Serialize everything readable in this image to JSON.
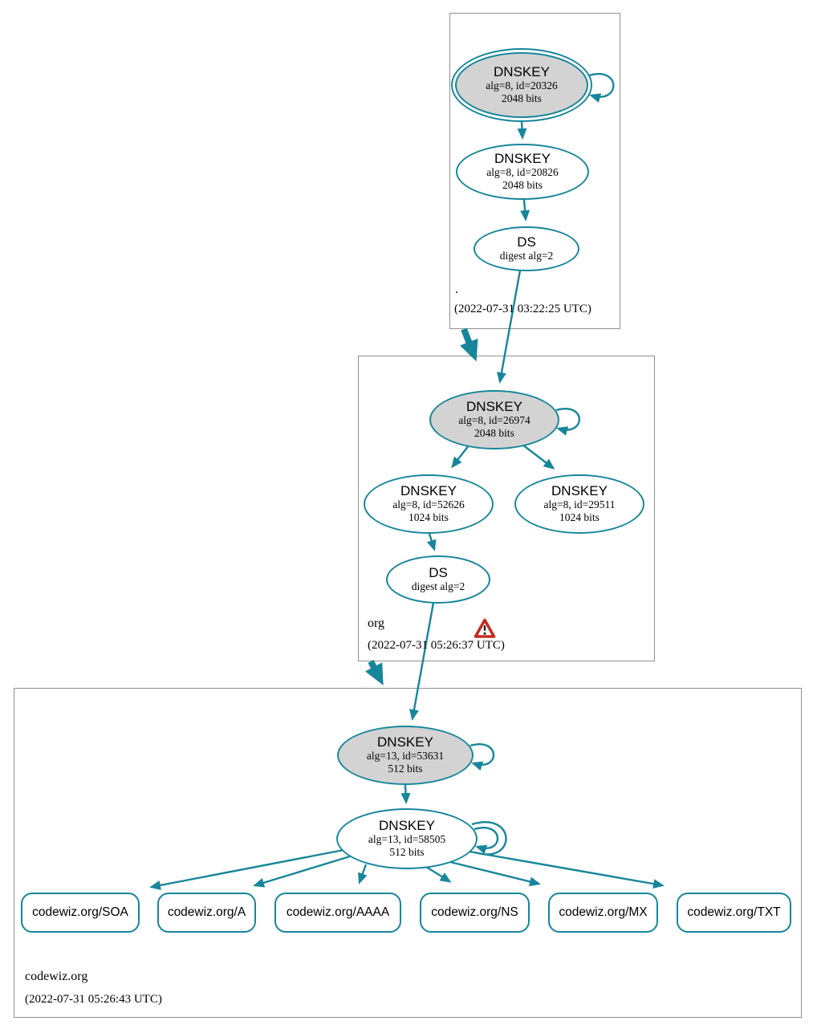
{
  "colors": {
    "edge_teal": "#17869a",
    "sep_key_fill": "#d3d3d3",
    "box_border_gray": "#909090",
    "warning_red": "#c52b20"
  },
  "zones": {
    "root": {
      "name": ".",
      "timestamp": "(2022-07-31 03:22:25 UTC)"
    },
    "org": {
      "name": "org",
      "timestamp": "(2022-07-31 05:26:37 UTC)"
    },
    "codewiz": {
      "name": "codewiz.org",
      "timestamp": "(2022-07-31 05:26:43 UTC)"
    }
  },
  "nodes": {
    "root_ksk": {
      "title": "DNSKEY",
      "detail1": "alg=8, id=20326",
      "detail2": "2048 bits"
    },
    "root_zsk": {
      "title": "DNSKEY",
      "detail1": "alg=8, id=20826",
      "detail2": "2048 bits"
    },
    "root_ds": {
      "title": "DS",
      "detail1": "digest alg=2"
    },
    "org_ksk": {
      "title": "DNSKEY",
      "detail1": "alg=8, id=26974",
      "detail2": "2048 bits"
    },
    "org_zsk_52626": {
      "title": "DNSKEY",
      "detail1": "alg=8, id=52626",
      "detail2": "1024 bits"
    },
    "org_zsk_29511": {
      "title": "DNSKEY",
      "detail1": "alg=8, id=29511",
      "detail2": "1024 bits"
    },
    "org_ds": {
      "title": "DS",
      "detail1": "digest alg=2"
    },
    "codewiz_ksk": {
      "title": "DNSKEY",
      "detail1": "alg=13, id=53631",
      "detail2": "512 bits"
    },
    "codewiz_zsk": {
      "title": "DNSKEY",
      "detail1": "alg=13, id=58505",
      "detail2": "512 bits"
    }
  },
  "rrsets": [
    {
      "label": "codewiz.org/SOA"
    },
    {
      "label": "codewiz.org/A"
    },
    {
      "label": "codewiz.org/AAAA"
    },
    {
      "label": "codewiz.org/NS"
    },
    {
      "label": "codewiz.org/MX"
    },
    {
      "label": "codewiz.org/TXT"
    }
  ]
}
